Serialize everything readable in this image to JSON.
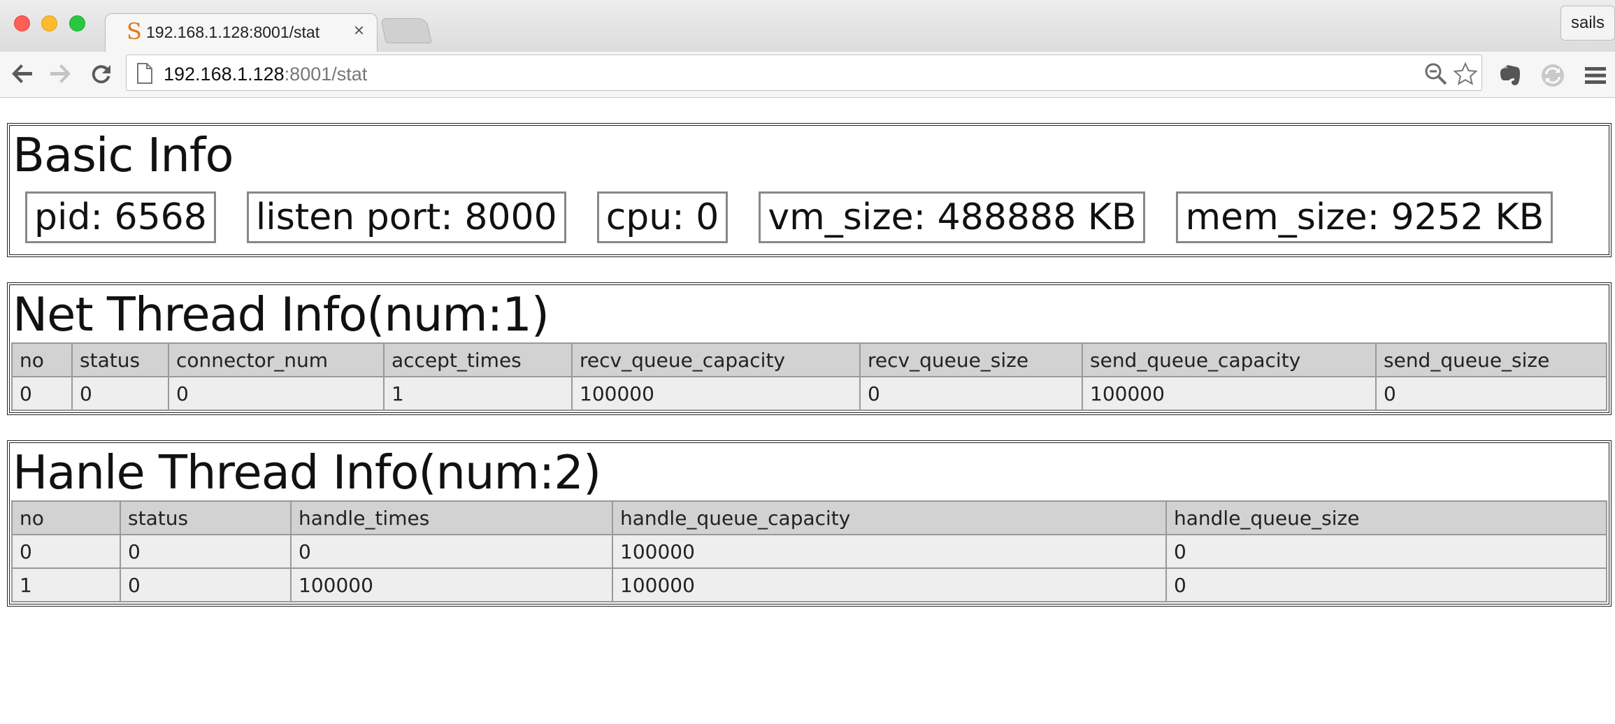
{
  "browser": {
    "tab_title": "192.168.1.128:8001/stat",
    "tab_favicon": "S",
    "tab_close": "×",
    "profile": "sails",
    "url_host": "192.168.1.128",
    "url_rest": ":8001/stat"
  },
  "basic": {
    "title": "Basic Info",
    "items": [
      "pid: 6568",
      "listen port: 8000",
      "cpu: 0",
      "vm_size: 488888 KB",
      "mem_size: 9252 KB"
    ]
  },
  "net": {
    "title": "Net Thread Info(num:1)",
    "headers": [
      "no",
      "status",
      "connector_num",
      "accept_times",
      "recv_queue_capacity",
      "recv_queue_size",
      "send_queue_capacity",
      "send_queue_size"
    ],
    "rows": [
      [
        "0",
        "0",
        "0",
        "1",
        "100000",
        "0",
        "100000",
        "0"
      ]
    ]
  },
  "handle": {
    "title": "Hanle Thread Info(num:2)",
    "headers": [
      "no",
      "status",
      "handle_times",
      "handle_queue_capacity",
      "handle_queue_size"
    ],
    "rows": [
      [
        "0",
        "0",
        "0",
        "100000",
        "0"
      ],
      [
        "1",
        "0",
        "100000",
        "100000",
        "0"
      ]
    ]
  },
  "icons": {
    "back": "back-arrow-icon",
    "forward": "forward-arrow-icon",
    "reload": "reload-icon",
    "page": "page-icon",
    "search": "search-icon",
    "bookmark": "star-icon",
    "evernote": "evernote-icon",
    "sync": "sync-icon",
    "menu": "hamburger-menu-icon"
  }
}
